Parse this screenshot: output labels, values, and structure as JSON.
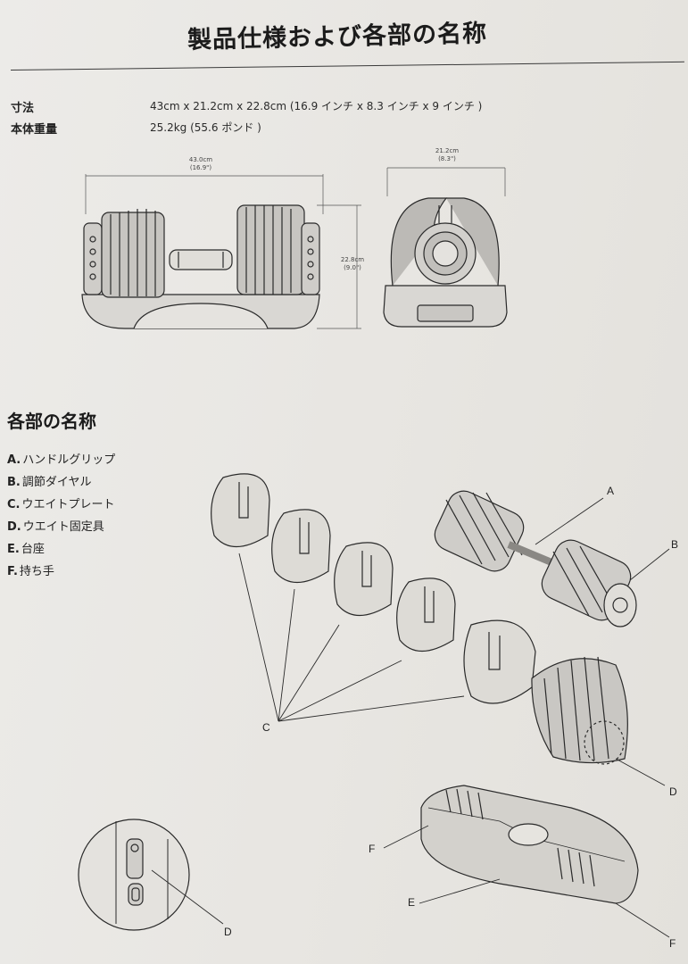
{
  "title": "製品仕様および各部の名称",
  "specs": [
    {
      "label": "寸法",
      "value": "43cm x 21.2cm x 22.8cm (16.9 インチ x 8.3 インチ x 9 インチ )"
    },
    {
      "label": "本体重量",
      "value": "25.2kg (55.6 ポンド )"
    }
  ],
  "dimensions": {
    "width_cm": "43.0cm",
    "width_in": "(16.9\")",
    "depth_cm": "21.2cm",
    "depth_in": "(8.3\")",
    "height_cm": "22.8cm",
    "height_in": "(9.0\")"
  },
  "parts_heading": "各部の名称",
  "parts": [
    {
      "letter": "A.",
      "name": "ハンドルグリップ"
    },
    {
      "letter": "B.",
      "name": "調節ダイヤル"
    },
    {
      "letter": "C.",
      "name": "ウエイトプレート"
    },
    {
      "letter": "D.",
      "name": "ウエイト固定具"
    },
    {
      "letter": "E.",
      "name": "台座"
    },
    {
      "letter": "F.",
      "name": "持ち手"
    }
  ],
  "callouts": {
    "a": "A",
    "b": "B",
    "c": "C",
    "d1": "D",
    "d2": "D",
    "e": "E",
    "f1": "F",
    "f2": "F"
  }
}
